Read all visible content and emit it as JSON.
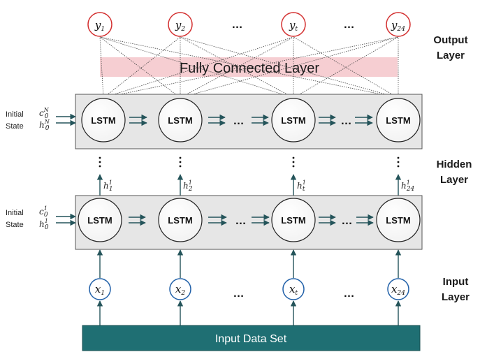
{
  "labels": {
    "output_layer_1": "Output",
    "output_layer_2": "Layer",
    "hidden_layer_1": "Hidden",
    "hidden_layer_2": "Layer",
    "input_layer_1": "Input",
    "input_layer_2": "Layer",
    "fully_connected": "Fully Connected Layer",
    "input_data_set": "Input Data Set",
    "initial_state_1": "Initial",
    "initial_state_2": "State",
    "lstm": "LSTM",
    "ellipsis": "…"
  },
  "outputs": [
    {
      "base": "y",
      "sub": "1"
    },
    {
      "base": "y",
      "sub": "2"
    },
    {
      "base": "y",
      "sub": "t"
    },
    {
      "base": "y",
      "sub": "24"
    }
  ],
  "inputs": [
    {
      "base": "x",
      "sub": "1"
    },
    {
      "base": "x",
      "sub": "2"
    },
    {
      "base": "x",
      "sub": "t"
    },
    {
      "base": "x",
      "sub": "24"
    }
  ],
  "hidden_states": [
    {
      "base": "h",
      "sub": "1",
      "sup": "1"
    },
    {
      "base": "h",
      "sub": "2",
      "sup": "1"
    },
    {
      "base": "h",
      "sub": "t",
      "sup": "1"
    },
    {
      "base": "h",
      "sub": "24",
      "sup": "1"
    }
  ],
  "top_initial_state": {
    "c": {
      "base": "c",
      "sub": "0",
      "sup": "N"
    },
    "h": {
      "base": "h",
      "sub": "0",
      "sup": "N"
    }
  },
  "bottom_initial_state": {
    "c": {
      "base": "c",
      "sub": "0",
      "sup": "1"
    },
    "h": {
      "base": "h",
      "sub": "0",
      "sup": "1"
    }
  },
  "colors": {
    "output_node": "#d32f2f",
    "input_node": "#1f5fa8",
    "arrow": "#24545a",
    "input_bar": "#1f6f73",
    "fc_band": "#f4c6ca",
    "lstm_box": "#e6e6e6"
  }
}
